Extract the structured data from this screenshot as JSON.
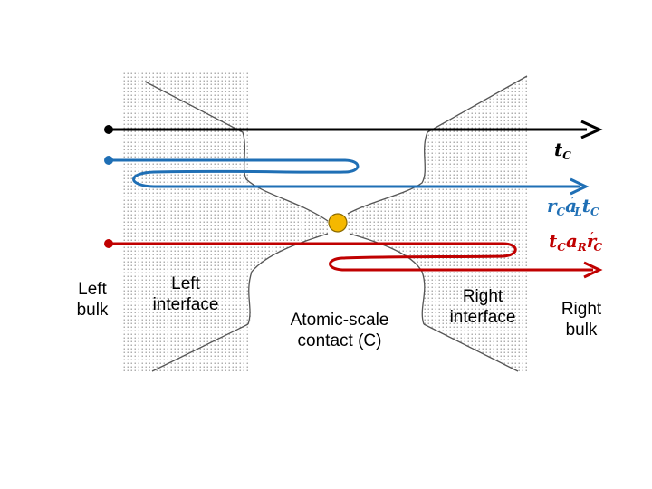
{
  "colors": {
    "black_path": "#000000",
    "blue_path": "#1f6fb5",
    "red_path": "#c00000",
    "atom": "#f5b800",
    "atom_stroke": "#8a6a00",
    "dot": "#8c8c8c"
  },
  "labels": {
    "left_bulk": [
      "Left",
      "bulk"
    ],
    "left_interface": [
      "Left",
      "interface"
    ],
    "contact": [
      "Atomic-scale",
      "contact (C)"
    ],
    "right_interface": [
      "Right",
      "interface"
    ],
    "right_bulk": [
      "Right",
      "bulk"
    ]
  },
  "equations": {
    "black": {
      "base": "t",
      "sub": "C"
    },
    "blue": {
      "t1": "r",
      "s1": "C",
      "t2": "a",
      "sp2": "′",
      "s2": "L",
      "t3": "t",
      "s3": "C"
    },
    "red": {
      "t1": "t",
      "s1": "C",
      "t2": "a",
      "s2": "R",
      "t3": "r",
      "sp3": "′",
      "s3": "C"
    }
  }
}
